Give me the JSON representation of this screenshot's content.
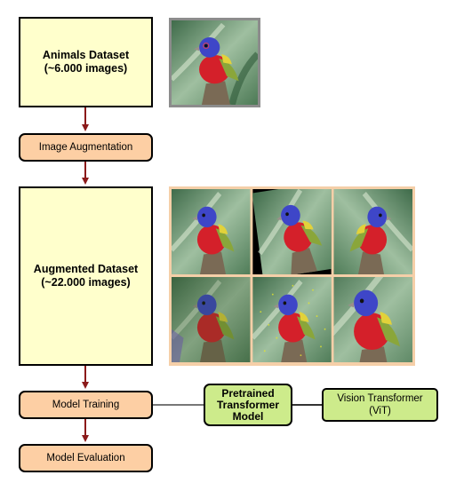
{
  "nodes": {
    "animals_dataset": "Animals Dataset\n(~6.000 images)",
    "image_augmentation": "Image Augmentation",
    "augmented_dataset": "Augmented Dataset\n(~22.000 images)",
    "model_training": "Model Training",
    "model_evaluation": "Model Evaluation",
    "pretrained_model": "Pretrained\nTransformer\nModel",
    "vision_transformer": "Vision Transformer\n(ViT)"
  },
  "colors": {
    "dataset_fill": "#ffffcc",
    "step_fill": "#fdcfa4",
    "model_fill": "#cdeb8b",
    "arrow": "#8b1a1a",
    "augmented_frame": "#f5cfa8",
    "original_frame": "#8c8c8c"
  },
  "images": {
    "original": "painted-bunting-photo",
    "augmented": [
      "original",
      "rotated",
      "flipped",
      "color-jitter",
      "noise",
      "zoomed"
    ]
  }
}
